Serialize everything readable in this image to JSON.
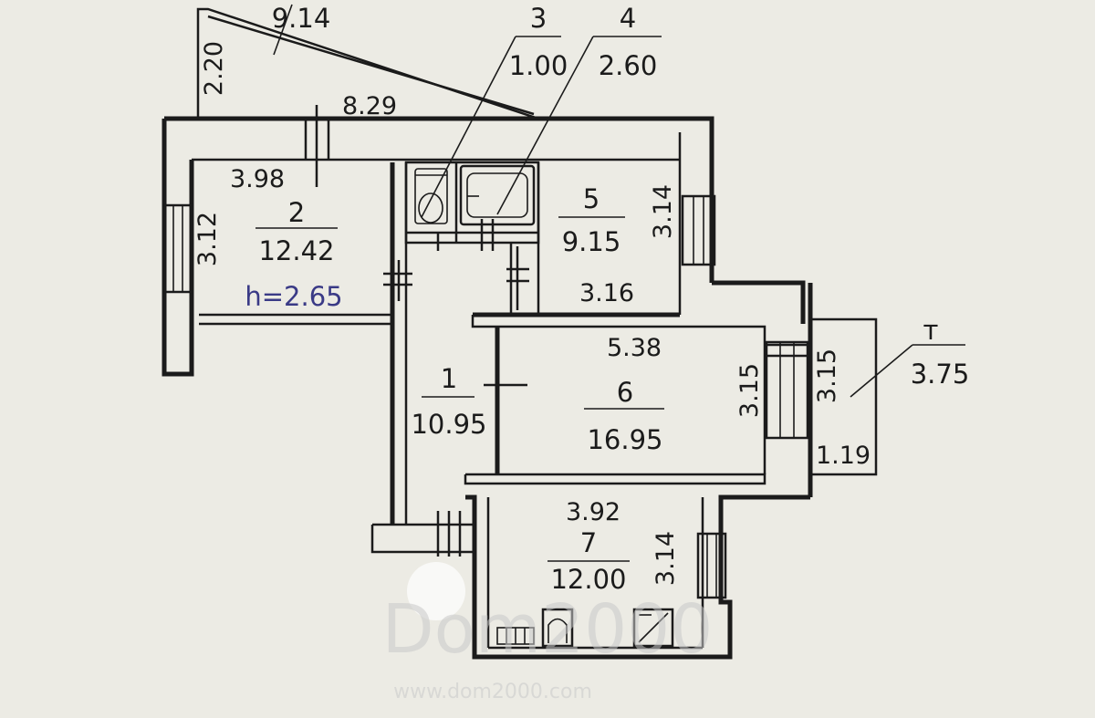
{
  "rooms": [
    {
      "id": "1",
      "area": "10.95"
    },
    {
      "id": "2",
      "area": "12.42"
    },
    {
      "id": "3",
      "area": "1.00"
    },
    {
      "id": "4",
      "area": "2.60"
    },
    {
      "id": "5",
      "area": "9.15"
    },
    {
      "id": "6",
      "area": "16.95"
    },
    {
      "id": "7",
      "area": "12.00"
    },
    {
      "id": "т",
      "area": "3.75"
    },
    {
      "id": "",
      "area": "9.14"
    }
  ],
  "dimensions": {
    "top_left_vertical": "2.20",
    "top_wall": "8.29",
    "room2_width": "3.98",
    "room2_height": "3.12",
    "ceiling_height": "h=2.65",
    "room5_height": "3.14",
    "room5_width": "3.16",
    "room6_width": "5.38",
    "room6_height": "3.15",
    "balcony_height": "3.15",
    "balcony_width": "1.19",
    "room7_width": "3.92",
    "room7_height": "3.14"
  },
  "watermark": {
    "brand": "Dom2000",
    "url": "www.dom2000.com"
  }
}
